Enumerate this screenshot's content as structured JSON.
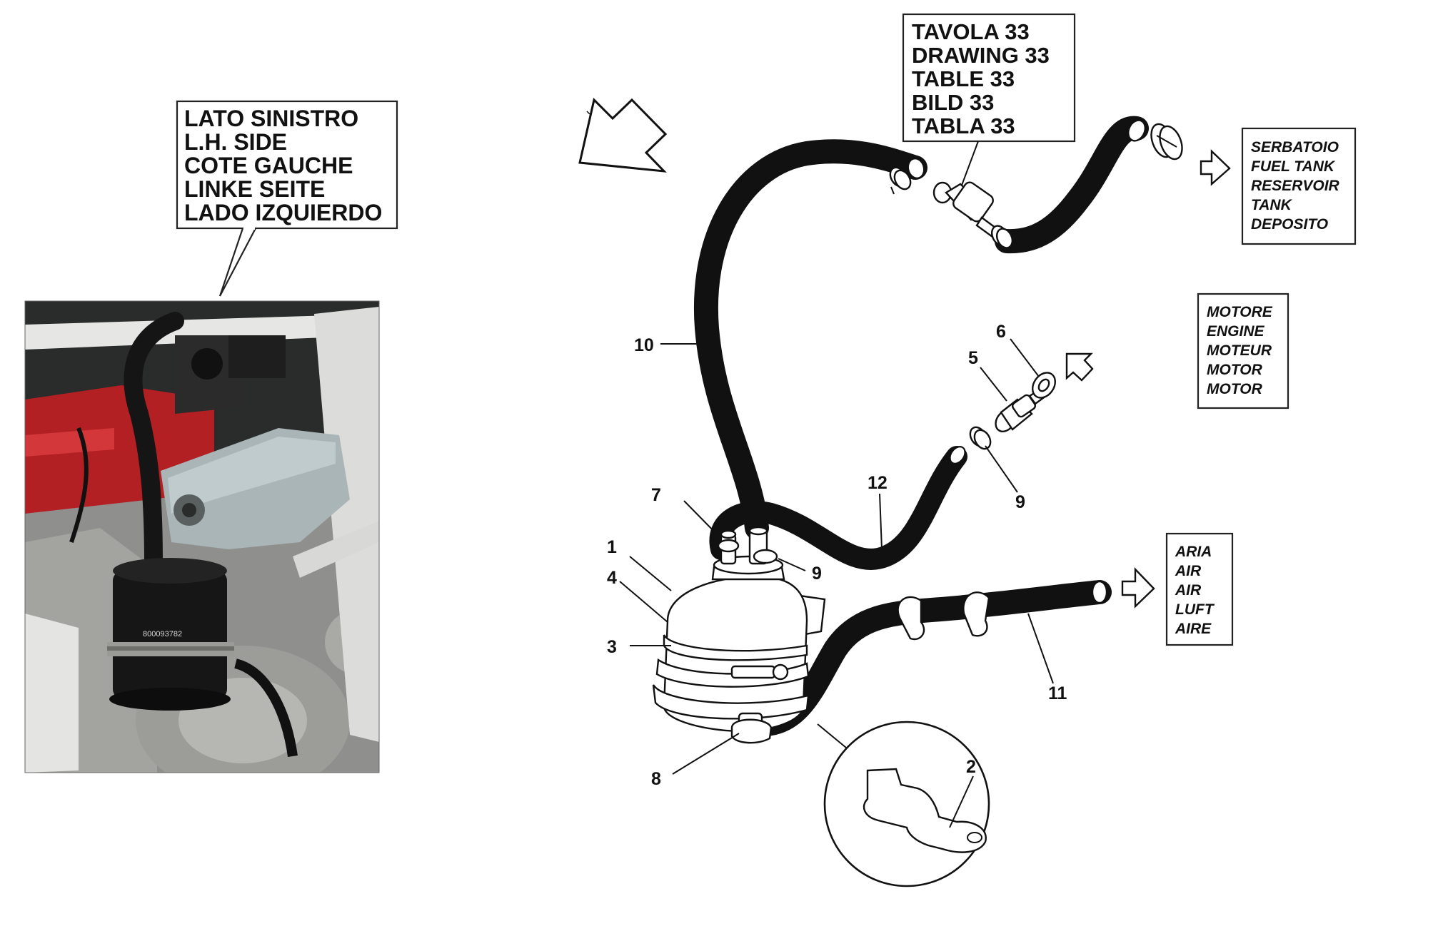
{
  "photo_label": [
    "LATO SINISTRO",
    "L.H. SIDE",
    "COTE GAUCHE",
    "LINKE SEITE",
    "LADO IZQUIERDO"
  ],
  "photo_part_code": "800093782",
  "drawing_ref": [
    "TAVOLA 33",
    "DRAWING 33",
    "TABLE 33",
    "BILD 33",
    "TABLA 33"
  ],
  "destinations": {
    "fuel_tank": [
      "SERBATOIO",
      "FUEL TANK",
      "RESERVOIR",
      "TANK",
      "DEPOSITO"
    ],
    "engine": [
      "MOTORE",
      "ENGINE",
      "MOTEUR",
      "MOTOR",
      "MOTOR"
    ],
    "air": [
      "ARIA",
      "AIR",
      "AIR",
      "LUFT",
      "AIRE"
    ]
  },
  "part_numbers": {
    "n1": "1",
    "n2": "2",
    "n3": "3",
    "n4": "4",
    "n5": "5",
    "n6": "6",
    "n7": "7",
    "n8": "8",
    "n9a": "9",
    "n9b": "9",
    "n10": "10",
    "n11": "11",
    "n12": "12"
  },
  "colors": {
    "engine_red": "#b32024",
    "tank_grey": "#a9b5b6",
    "frame_white": "#e6e6e4",
    "engine_metal": "#8e8f8c",
    "rubber_black": "#151515"
  }
}
